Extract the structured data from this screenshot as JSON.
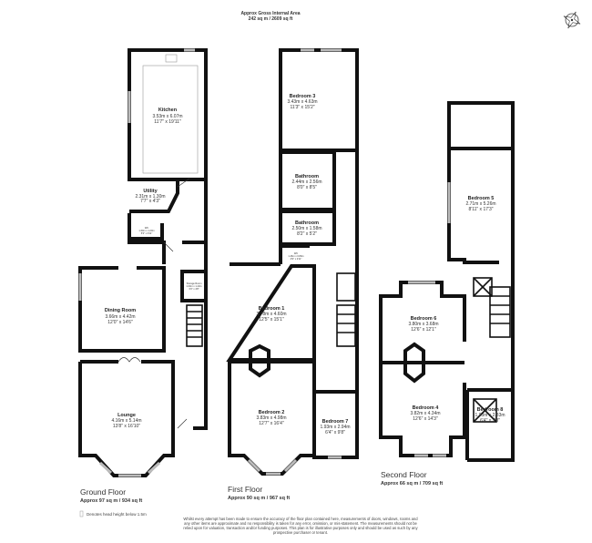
{
  "header": {
    "line1": "Approx Gross Internal Area",
    "line2": "242 sq m / 2609 sq ft"
  },
  "compass": {
    "icon": "compass-rose-icon"
  },
  "ground_floor": {
    "title": "Ground Floor",
    "area": "Approx 97 sq m / 934 sq ft",
    "rooms": [
      {
        "name": "Kitchen",
        "metric": "3.53m x 6.07m",
        "imperial": "11'7\" x 19'11\""
      },
      {
        "name": "Utility",
        "metric": "2.31m x 1.30m",
        "imperial": "7'7\" x 4'3\""
      },
      {
        "name": "WC",
        "metric": "1.60m x 1.20m",
        "imperial": "5'3\" x 3'11\""
      },
      {
        "name": "Storage Room",
        "metric": "1.00m x 1.43m",
        "imperial": "3'3\" x 4'8\""
      },
      {
        "name": "Dining Room",
        "metric": "3.66m x 4.42m",
        "imperial": "12'0\" x 14'6\""
      },
      {
        "name": "Lounge",
        "metric": "4.16m x 5.14m",
        "imperial": "13'8\" x 16'10\""
      }
    ]
  },
  "first_floor": {
    "title": "First Floor",
    "area": "Approx 90 sq m / 967 sq ft",
    "rooms": [
      {
        "name": "Bedroom 3",
        "metric": "3.43m x 4.63m",
        "imperial": "11'3\" x 15'2\""
      },
      {
        "name": "Bathroom",
        "metric": "2.44m x 2.56m",
        "imperial": "8'0\" x 8'5\""
      },
      {
        "name": "Bathroom",
        "metric": "2.50m x 1.58m",
        "imperial": "8'2\" x 5'2\""
      },
      {
        "name": "WC",
        "metric": "1.46m x 0.89m",
        "imperial": "4'9\" x 2'11\""
      },
      {
        "name": "Bedroom 1",
        "metric": "3.78m x 4.60m",
        "imperial": "12'5\" x 15'1\""
      },
      {
        "name": "Bedroom 2",
        "metric": "3.83m x 4.98m",
        "imperial": "12'7\" x 16'4\""
      },
      {
        "name": "Bedroom 7",
        "metric": "1.93m x 2.94m",
        "imperial": "6'4\" x 9'8\""
      }
    ]
  },
  "second_floor": {
    "title": "Second Floor",
    "area": "Approx 66 sq m / 709 sq ft",
    "rooms": [
      {
        "name": "Bedroom 5",
        "metric": "2.71m x 5.26m",
        "imperial": "8'11\" x 17'3\""
      },
      {
        "name": "Bedroom 6",
        "metric": "3.80m x 3.68m",
        "imperial": "12'6\" x 12'1\""
      },
      {
        "name": "Bedroom 4",
        "metric": "3.82m x 4.34m",
        "imperial": "12'6\" x 14'3\""
      },
      {
        "name": "Bedroom 8",
        "metric": "1.93m x 2.33m",
        "imperial": "6'4\" x 7'8\""
      }
    ]
  },
  "legend": {
    "text": "Denotes head height below 1.5m"
  },
  "disclaimer": [
    "Whilst every attempt has been made to ensure the accuracy of the floor plan contained here, measurements of doors, windows, rooms and",
    "any other items are approximate and no responsibility is taken for any error, omission, or mis-statement. The measurements should not be",
    "relied upon for valuation, transaction and/or funding purposes. This plan is for illustrative purposes only and should be used as such by any",
    "prospective purchaser or tenant."
  ]
}
